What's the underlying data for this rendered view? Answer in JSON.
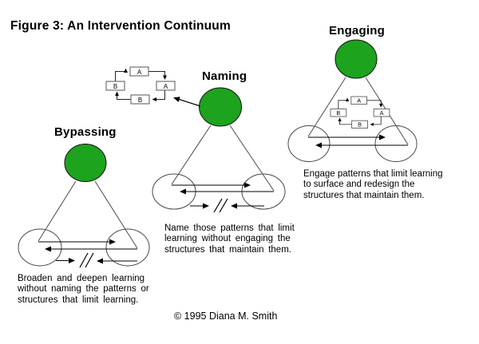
{
  "title": "Figure 3: An Intervention Continuum",
  "copyright": "© 1995 Diana M. Smith",
  "colors": {
    "background": "#FFFFFF",
    "circle_fill": "#1DA31D",
    "circle_outline": "#111111",
    "shape_line": "#4A4A4A",
    "arrow": "#000000",
    "text": "#000000"
  },
  "sections": [
    {
      "id": "bypassing",
      "label": "Bypassing",
      "description_lines": [
        "Broaden and deepen learning",
        "without naming the patterns or",
        "structures that limit learning."
      ]
    },
    {
      "id": "naming",
      "label": "Naming",
      "description_lines": [
        "Name those patterns that limit",
        "learning without engaging the",
        "structures that maintain them."
      ]
    },
    {
      "id": "engaging",
      "label": "Engaging",
      "description_lines": [
        "Engage patterns that limit learning",
        "to surface and redesign the",
        "structures that maintain them."
      ]
    }
  ],
  "cycle_diagram": {
    "box_labels": [
      "A",
      "B",
      "A",
      "B"
    ]
  }
}
